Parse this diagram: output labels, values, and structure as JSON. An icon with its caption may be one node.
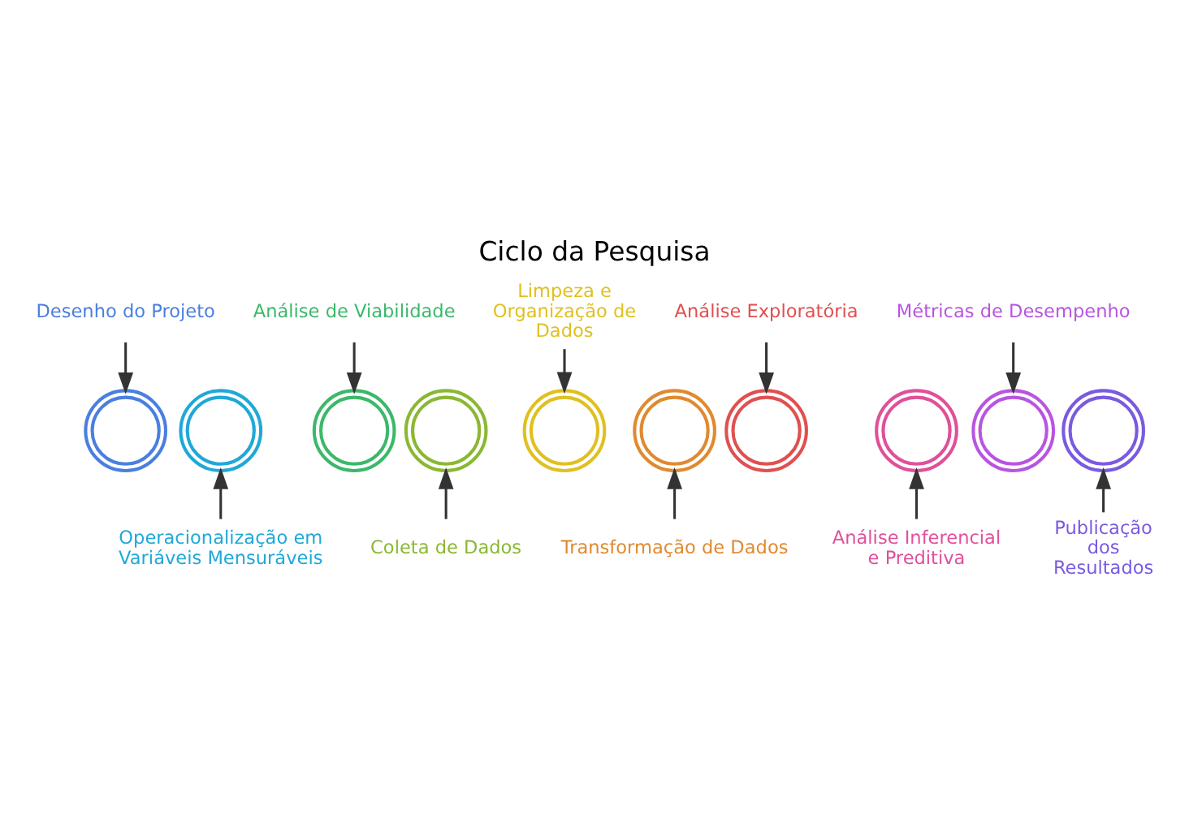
{
  "diagram": {
    "title": "Ciclo da Pesquisa",
    "nodes": [
      {
        "text": [
          "Desenho do Projeto"
        ]
      },
      {
        "text": [
          "Operacionalização em Variáveis Mensuráveis"
        ]
      },
      {
        "text": [
          "Análise de Viabilidade"
        ]
      },
      {
        "text": [
          "Coleta de Dados"
        ]
      },
      {
        "text": [
          "Limpeza e Organização de Dados"
        ]
      },
      {
        "text": [
          "Transformação de Dados"
        ]
      },
      {
        "text": [
          "Análise Exploratória"
        ]
      },
      {
        "text": [
          "Análise Inferencial e Preditiva"
        ]
      },
      {
        "text": [
          "Métricas de Desempenho"
        ]
      },
      {
        "text": [
          "Publicação dos Resultados"
        ]
      },
      {
        "text": [],
        "shape": "gear"
      },
      {
        "text": [],
        "shape": "gear"
      },
      {
        "text": [],
        "shape": "gear"
      },
      {
        "text": [],
        "shape": "gear"
      },
      {
        "text": [],
        "shape": "gear"
      },
      {
        "text": [],
        "shape": "gear"
      },
      {
        "text": [],
        "shape": "gear"
      },
      {
        "text": [],
        "shape": "gear"
      },
      {
        "text": [],
        "shape": "gear"
      },
      {
        "text": [],
        "shape": "gear"
      }
    ],
    "edges": [
      {
        "from": 0,
        "to": 10,
        "arrow": "to"
      },
      {
        "from": 1,
        "to": 11,
        "arrow": "to"
      },
      {
        "from": 2,
        "to": 12,
        "arrow": "to"
      },
      {
        "from": 3,
        "to": 13,
        "arrow": "to"
      },
      {
        "from": 4,
        "to": 14,
        "arrow": "to"
      },
      {
        "from": 5,
        "to": 15,
        "arrow": "to"
      },
      {
        "from": 6,
        "to": 16,
        "arrow": "to"
      },
      {
        "from": 7,
        "to": 17,
        "arrow": "to"
      },
      {
        "from": 8,
        "to": 18,
        "arrow": "to"
      },
      {
        "from": 9,
        "to": 19,
        "arrow": "to"
      }
    ]
  }
}
